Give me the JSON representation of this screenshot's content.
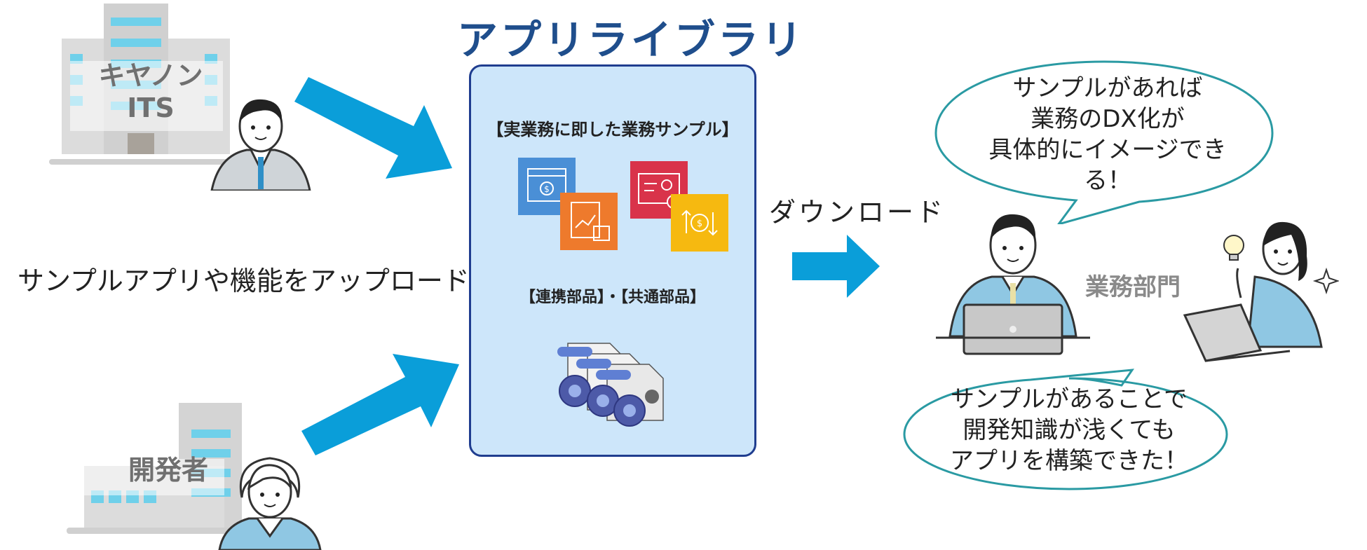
{
  "title": "アプリライブラリ",
  "library": {
    "section1": "【実業務に即した業務サンプル】",
    "section2": "【連携部品】・【共通部品】"
  },
  "left": {
    "company_label": "キヤノン\nITS",
    "developer_label": "開発者",
    "upload_text": "サンプルアプリや機能をアップロード"
  },
  "right": {
    "download_text": "ダウンロード",
    "dept_label": "業務部門",
    "bubble_top": [
      "サンプルがあれば",
      "業務のDX化が",
      "具体的にイメージできる！"
    ],
    "bubble_bottom": [
      "サンプルがあることで",
      "開発知識が浅くても",
      "アプリを構築できた！"
    ]
  },
  "colors": {
    "arrow": "#0a9ed9",
    "library_bg": "#cde6fa",
    "library_border": "#1f3d8f",
    "title": "#1f4e8c",
    "bubble_border": "#2a9aa3",
    "tile_blue": "#4a8fd6",
    "tile_orange": "#ee7a2c",
    "tile_red": "#d9334a",
    "tile_yellow": "#f6b910"
  }
}
